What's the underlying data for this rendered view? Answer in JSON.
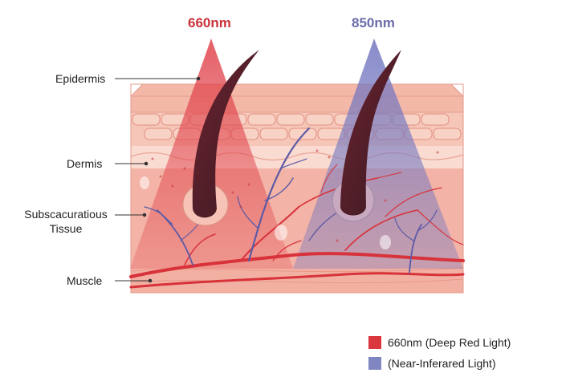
{
  "wavelengths": {
    "red": {
      "label": "660nm",
      "color": "#c8323a"
    },
    "nir": {
      "label": "850nm",
      "color": "#6b6cab"
    }
  },
  "layers": {
    "epidermis": "Epidermis",
    "dermis": "Dermis",
    "subcutaneous_line1": "Subscacuratious",
    "subcutaneous_line2": "Tissue",
    "muscle": "Muscle"
  },
  "legend": {
    "items": [
      {
        "label": "660nm (Deep Red Light)",
        "color": "#d9373d"
      },
      {
        "label": "(Near-Inferared Light)",
        "color": "#7f86c2"
      }
    ]
  }
}
